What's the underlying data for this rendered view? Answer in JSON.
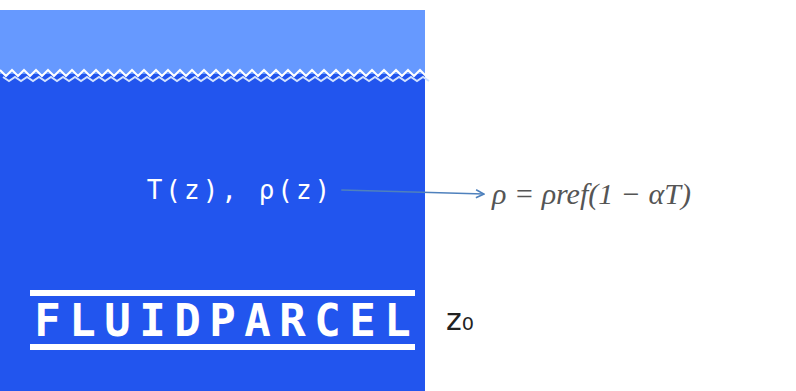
{
  "diagram": {
    "nodes": [
      {
        "text": [
          "T(z), ρ(z)"
        ]
      },
      {
        "text": [
          "ρ = ρref(1 − αT)"
        ]
      }
    ],
    "edges": [
      {
        "from": 0,
        "to": 1,
        "arrow": "to"
      }
    ],
    "labels": [
      "FLUIDPARCEL",
      "z₀"
    ]
  }
}
